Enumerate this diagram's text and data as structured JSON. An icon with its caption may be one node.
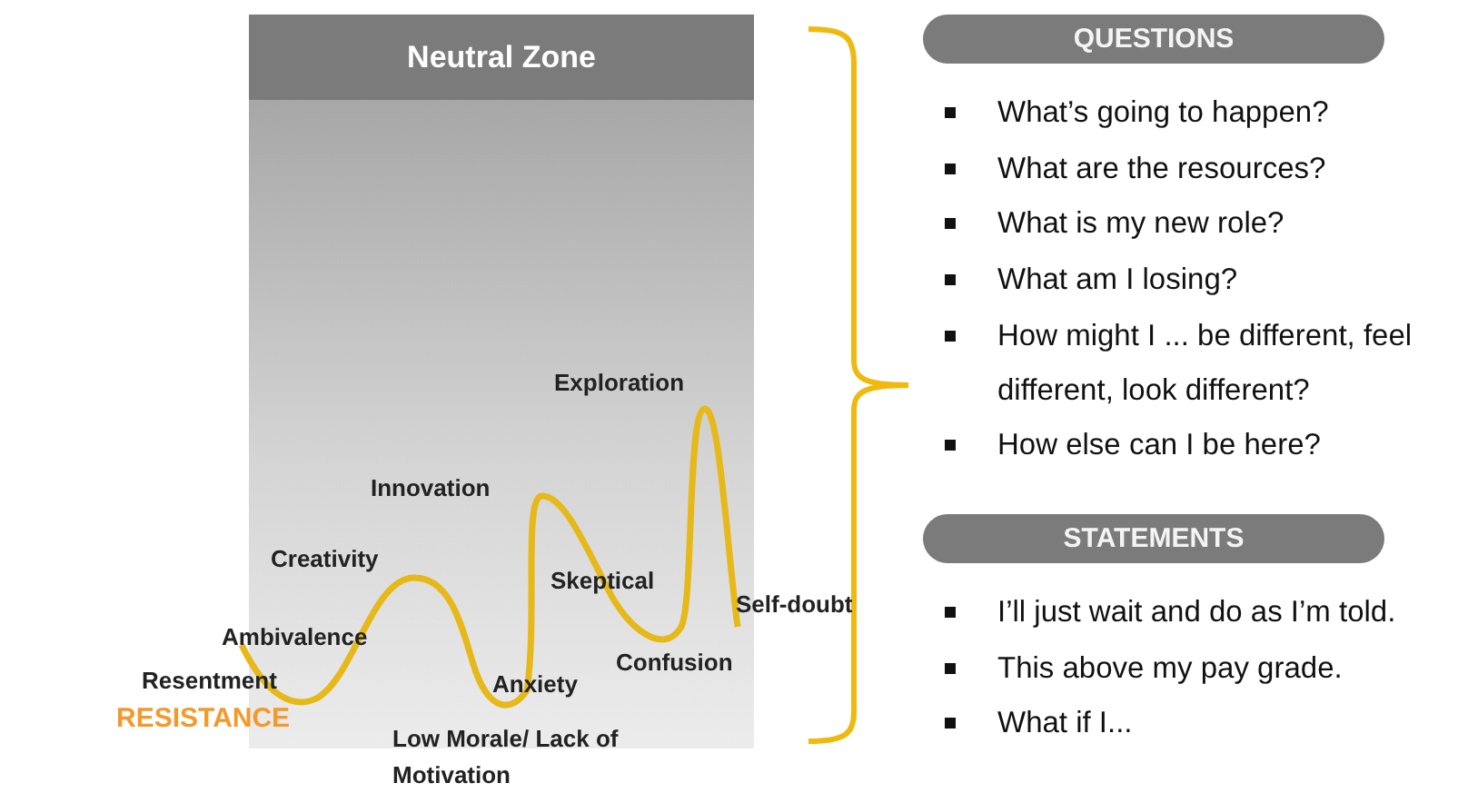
{
  "diagram": {
    "nodes": [
      {
        "text": [
          "Neutral Zone"
        ]
      },
      {
        "text": [
          "QUESTIONS"
        ]
      },
      {
        "text": [
          "STATEMENTS"
        ]
      }
    ],
    "edges": [],
    "labels": [
      "Exploration",
      "Innovation",
      "Creativity",
      "Skeptical",
      "Self-doubt",
      "Ambivalence",
      "Confusion",
      "Resentment",
      "Anxiety",
      "RESISTANCE",
      "Low Morale/ Lack of Motivation",
      "What’s going to happen?",
      "What are the resources?",
      "What is my new role?",
      "What am I losing?",
      "How might I ... be different, feel different, look different?",
      "How else can I be here?",
      "I’ll just wait and do as I’m told.",
      "This above my pay grade.",
      "What if I..."
    ]
  }
}
